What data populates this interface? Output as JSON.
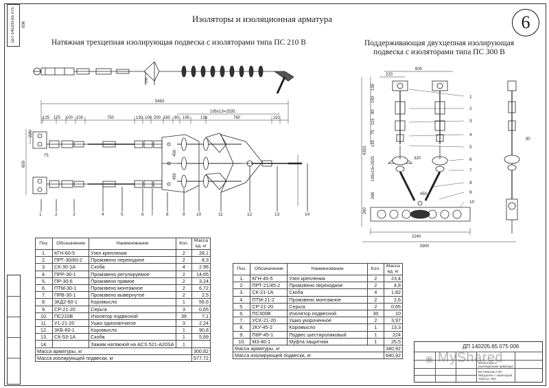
{
  "title": "Изоляторы и изоляционная арматура",
  "sheet_number": "6",
  "stamp_code": "ШП 140205.65 075 006",
  "left_view": {
    "subtitle": "Натяжная трехцепная изолирующая подвеска с изоляторами типа ПС 210 В",
    "dims_top": [
      "5483",
      "195х13=2535"
    ],
    "dims_row": [
      "125",
      "175",
      "100",
      "100",
      "750",
      "130",
      "100",
      "200",
      "160",
      "80",
      "195",
      "138",
      "780",
      "110"
    ],
    "dims_side": [
      "220",
      "75",
      "600",
      "100",
      "450",
      "450"
    ],
    "positions": [
      "1",
      "2",
      "3",
      "4",
      "5",
      "6",
      "7",
      "8",
      "9",
      "10",
      "11",
      "12",
      "13",
      "14"
    ]
  },
  "right_view": {
    "subtitle": "Поддерживающая двухцепная изолирующая подвеска с изоляторами типа ПС 300 В",
    "dims_top": [
      "600",
      "220"
    ],
    "dims_left": [
      "135",
      "150",
      "80",
      "115",
      "75",
      "195",
      "4353",
      "195х15=2925",
      "268",
      "260"
    ],
    "dims_misc": [
      "320",
      "450",
      "2240",
      "5900",
      "90"
    ],
    "positions": [
      "1",
      "2",
      "3",
      "4",
      "5",
      "6",
      "7",
      "8",
      "9",
      "10"
    ]
  },
  "table1": {
    "headers": [
      "Поз.",
      "Обозначение",
      "Наименование",
      "Кол.",
      "Масса ед. кг"
    ],
    "rows": [
      [
        "1.",
        "КГН-60-5",
        "Узел крепления",
        "2",
        "28,1"
      ],
      [
        "2.",
        "ПРТ-30/60-2",
        "Промзвено переходное",
        "2",
        "8,3"
      ],
      [
        "3.",
        "СК-30-1А",
        "Скоба",
        "4",
        "2,96"
      ],
      [
        "4.",
        "ПРР-30-1",
        "Промзвено регулируемое",
        "2",
        "14,65"
      ],
      [
        "5.",
        "ПР-30-6",
        "Промзвено прямое",
        "2",
        "3,24"
      ],
      [
        "6.",
        "ПТМ-30-1",
        "Промзвено монтажное",
        "2",
        "6,72"
      ],
      [
        "7.",
        "ПРВ-30-1",
        "Промзвено вывернутое",
        "2",
        "2,5"
      ],
      [
        "8.",
        "3КД2-60-1",
        "Коромысло",
        "1",
        "56,6"
      ],
      [
        "9.",
        "СР-21-20",
        "Серьга",
        "3",
        "0,65"
      ],
      [
        "10.",
        "ПС210В",
        "Изолятор подвесной",
        "39",
        "7,1"
      ],
      [
        "11.",
        "У1-21-20",
        "Ушко однолапчатое",
        "3",
        "2,24"
      ],
      [
        "12.",
        "3КБ-60-1",
        "Коромысло",
        "1",
        "90,8"
      ],
      [
        "13.",
        "СК-53-1А",
        "Скоба",
        "1",
        "5,89"
      ],
      [
        "14.",
        "",
        "Зажим натяжной на ACS 521-A20SA",
        "1",
        ""
      ]
    ],
    "total_fittings_label": "Масса арматуры, кг",
    "total_fittings": "300,82",
    "total_suspension_label": "Масса изолирующей подвески, кг",
    "total_suspension": "577,72"
  },
  "table2": {
    "headers": [
      "Поз.",
      "Обозначение",
      "Наименование",
      "Кол.",
      "Масса ед. кг"
    ],
    "rows": [
      [
        "1.",
        "КГН-45-5",
        "Узел крепления",
        "2",
        "23,4"
      ],
      [
        "2.",
        "ПРТ-21/45-2",
        "Промзвено переходное",
        "2",
        "4,8"
      ],
      [
        "3.",
        "СК-21-1А",
        "Скоба",
        "4",
        "1,82"
      ],
      [
        "4.",
        "ПТМ-21-2",
        "Промзвено монтажное",
        "2",
        "2,6"
      ],
      [
        "5.",
        "СР-21-20",
        "Серьга",
        "2",
        "0,65"
      ],
      [
        "6.",
        "ПС300В",
        "Изолятор подвесной",
        "30",
        "10"
      ],
      [
        "7.",
        "УСК-21-20",
        "Ушко укороченное",
        "2",
        "3,97"
      ],
      [
        "8.",
        "2КУ-45-2",
        "Коромысло",
        "1",
        "13,3"
      ],
      [
        "9.",
        "П6Р-45-1",
        "Подвес шестироликовый",
        "1",
        "224"
      ],
      [
        "10.",
        "М3-40-1",
        "Муфта защитная",
        "1",
        "25,5"
      ]
    ],
    "total_fittings_label": "Масса арматуры, кг",
    "total_fittings": "340,92",
    "total_suspension_label": "Масса изолирующей подвески, кг",
    "total_suspension": "640,92"
  },
  "title_block": {
    "code": "ДП 140205.65 075 006",
    "drawing_name": "Изоляторы и изоляционная арматура",
    "org": "ВЛ Зейская ГЭС-Магдагачи с переходом через р. Зея"
  },
  "watermark": "MyShared"
}
